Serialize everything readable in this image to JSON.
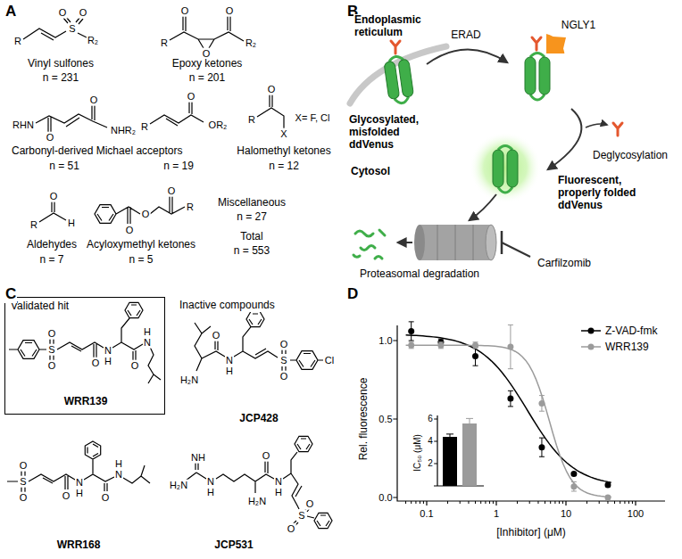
{
  "diagram": {
    "nodes": [
      {
        "text": [
          "NGLY1"
        ]
      },
      {
        "text": [
          "Validated hit",
          "WRR139"
        ]
      }
    ],
    "labels": [
      "A",
      "R",
      "O",
      "O",
      "S",
      "R₂",
      "Vinyl sulfones",
      "n = 231",
      "O",
      "R",
      "O",
      "O",
      "R₂",
      "Epoxy ketones",
      "n = 201",
      "RHN",
      "O",
      "O",
      "NHR₂",
      "R",
      "O",
      "OR₂",
      "Carbonyl-derived Michael acceptors",
      "n = 51",
      "n = 19",
      "R",
      "O",
      "X",
      "X= F, Cl",
      "Halomethyl ketones",
      "n = 12",
      "R",
      "O",
      "H",
      "Aldehydes",
      "n = 7",
      "O",
      "O",
      "O",
      "R",
      "Acyloxymethyl ketones",
      "n = 5",
      "Miscellaneous",
      "n = 27",
      "Total",
      "n = 553",
      "B",
      "Endoplasmic reticulum",
      "ERAD",
      "Glycosylated, misfolded ddVenus",
      "Cytosol",
      "Deglycosylation",
      "Fluorescent, properly folded ddVenus",
      "Proteasomal degradation",
      "Carfilzomib",
      "C",
      "Inactive compounds",
      "O",
      "S",
      "O",
      "O",
      "N",
      "H",
      "O",
      "N",
      "H",
      "H₂N",
      "O",
      "N",
      "H",
      "S",
      "O",
      "O",
      "Cl",
      "JCP428",
      "O",
      "S",
      "O",
      "O",
      "N",
      "H",
      "O",
      "N",
      "H",
      "WRR168",
      "NH",
      "H₂N",
      "N",
      "H",
      "H₂N",
      "O",
      "N",
      "H",
      "S",
      "O",
      "O",
      "JCP531",
      "D",
      "1.0",
      "0.5",
      "0.0",
      "Rel. fluorescence",
      "0.1",
      "1",
      "10",
      "100",
      "[Inhibitor] (μM)",
      "6",
      "4",
      "2",
      "IC₅₀ (μM)"
    ],
    "legend": [
      {
        "text": "Z-VAD-fmk"
      },
      {
        "text": "WRR139"
      }
    ]
  }
}
